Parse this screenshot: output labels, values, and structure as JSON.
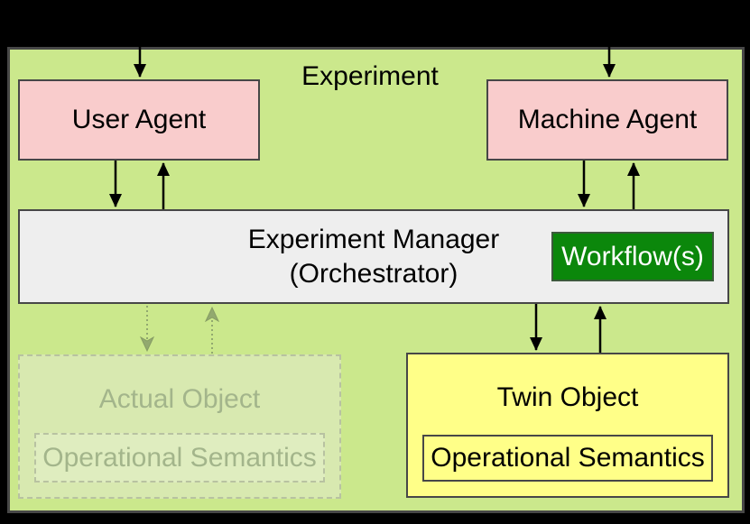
{
  "diagram": {
    "title": "Experiment",
    "nodes": {
      "user_agent": {
        "label": "User Agent"
      },
      "machine_agent": {
        "label": "Machine Agent"
      },
      "manager": {
        "line1": "Experiment Manager",
        "line2": "(Orchestrator)"
      },
      "workflow": {
        "label": "Workflow(s)"
      },
      "twin_object": {
        "label": "Twin Object",
        "sublabel": "Operational Semantics"
      },
      "actual_object": {
        "label": "Actual Object",
        "sublabel": "Operational Semantics"
      }
    },
    "colors": {
      "canvas_background": "#000000",
      "experiment_fill": "#cbe88c",
      "agent_fill": "#f9cccc",
      "manager_fill": "#eeeeee",
      "workflow_fill": "#0b870b",
      "workflow_text": "#ffffff",
      "twin_fill": "#ffff88",
      "box_border": "#474747",
      "faded_fill": "#d8e9b0",
      "faded_border": "#b8c2a1",
      "faded_text": "#a3b58b",
      "solid_arrow": "#000000",
      "dotted_arrow": "#92a96f"
    }
  }
}
